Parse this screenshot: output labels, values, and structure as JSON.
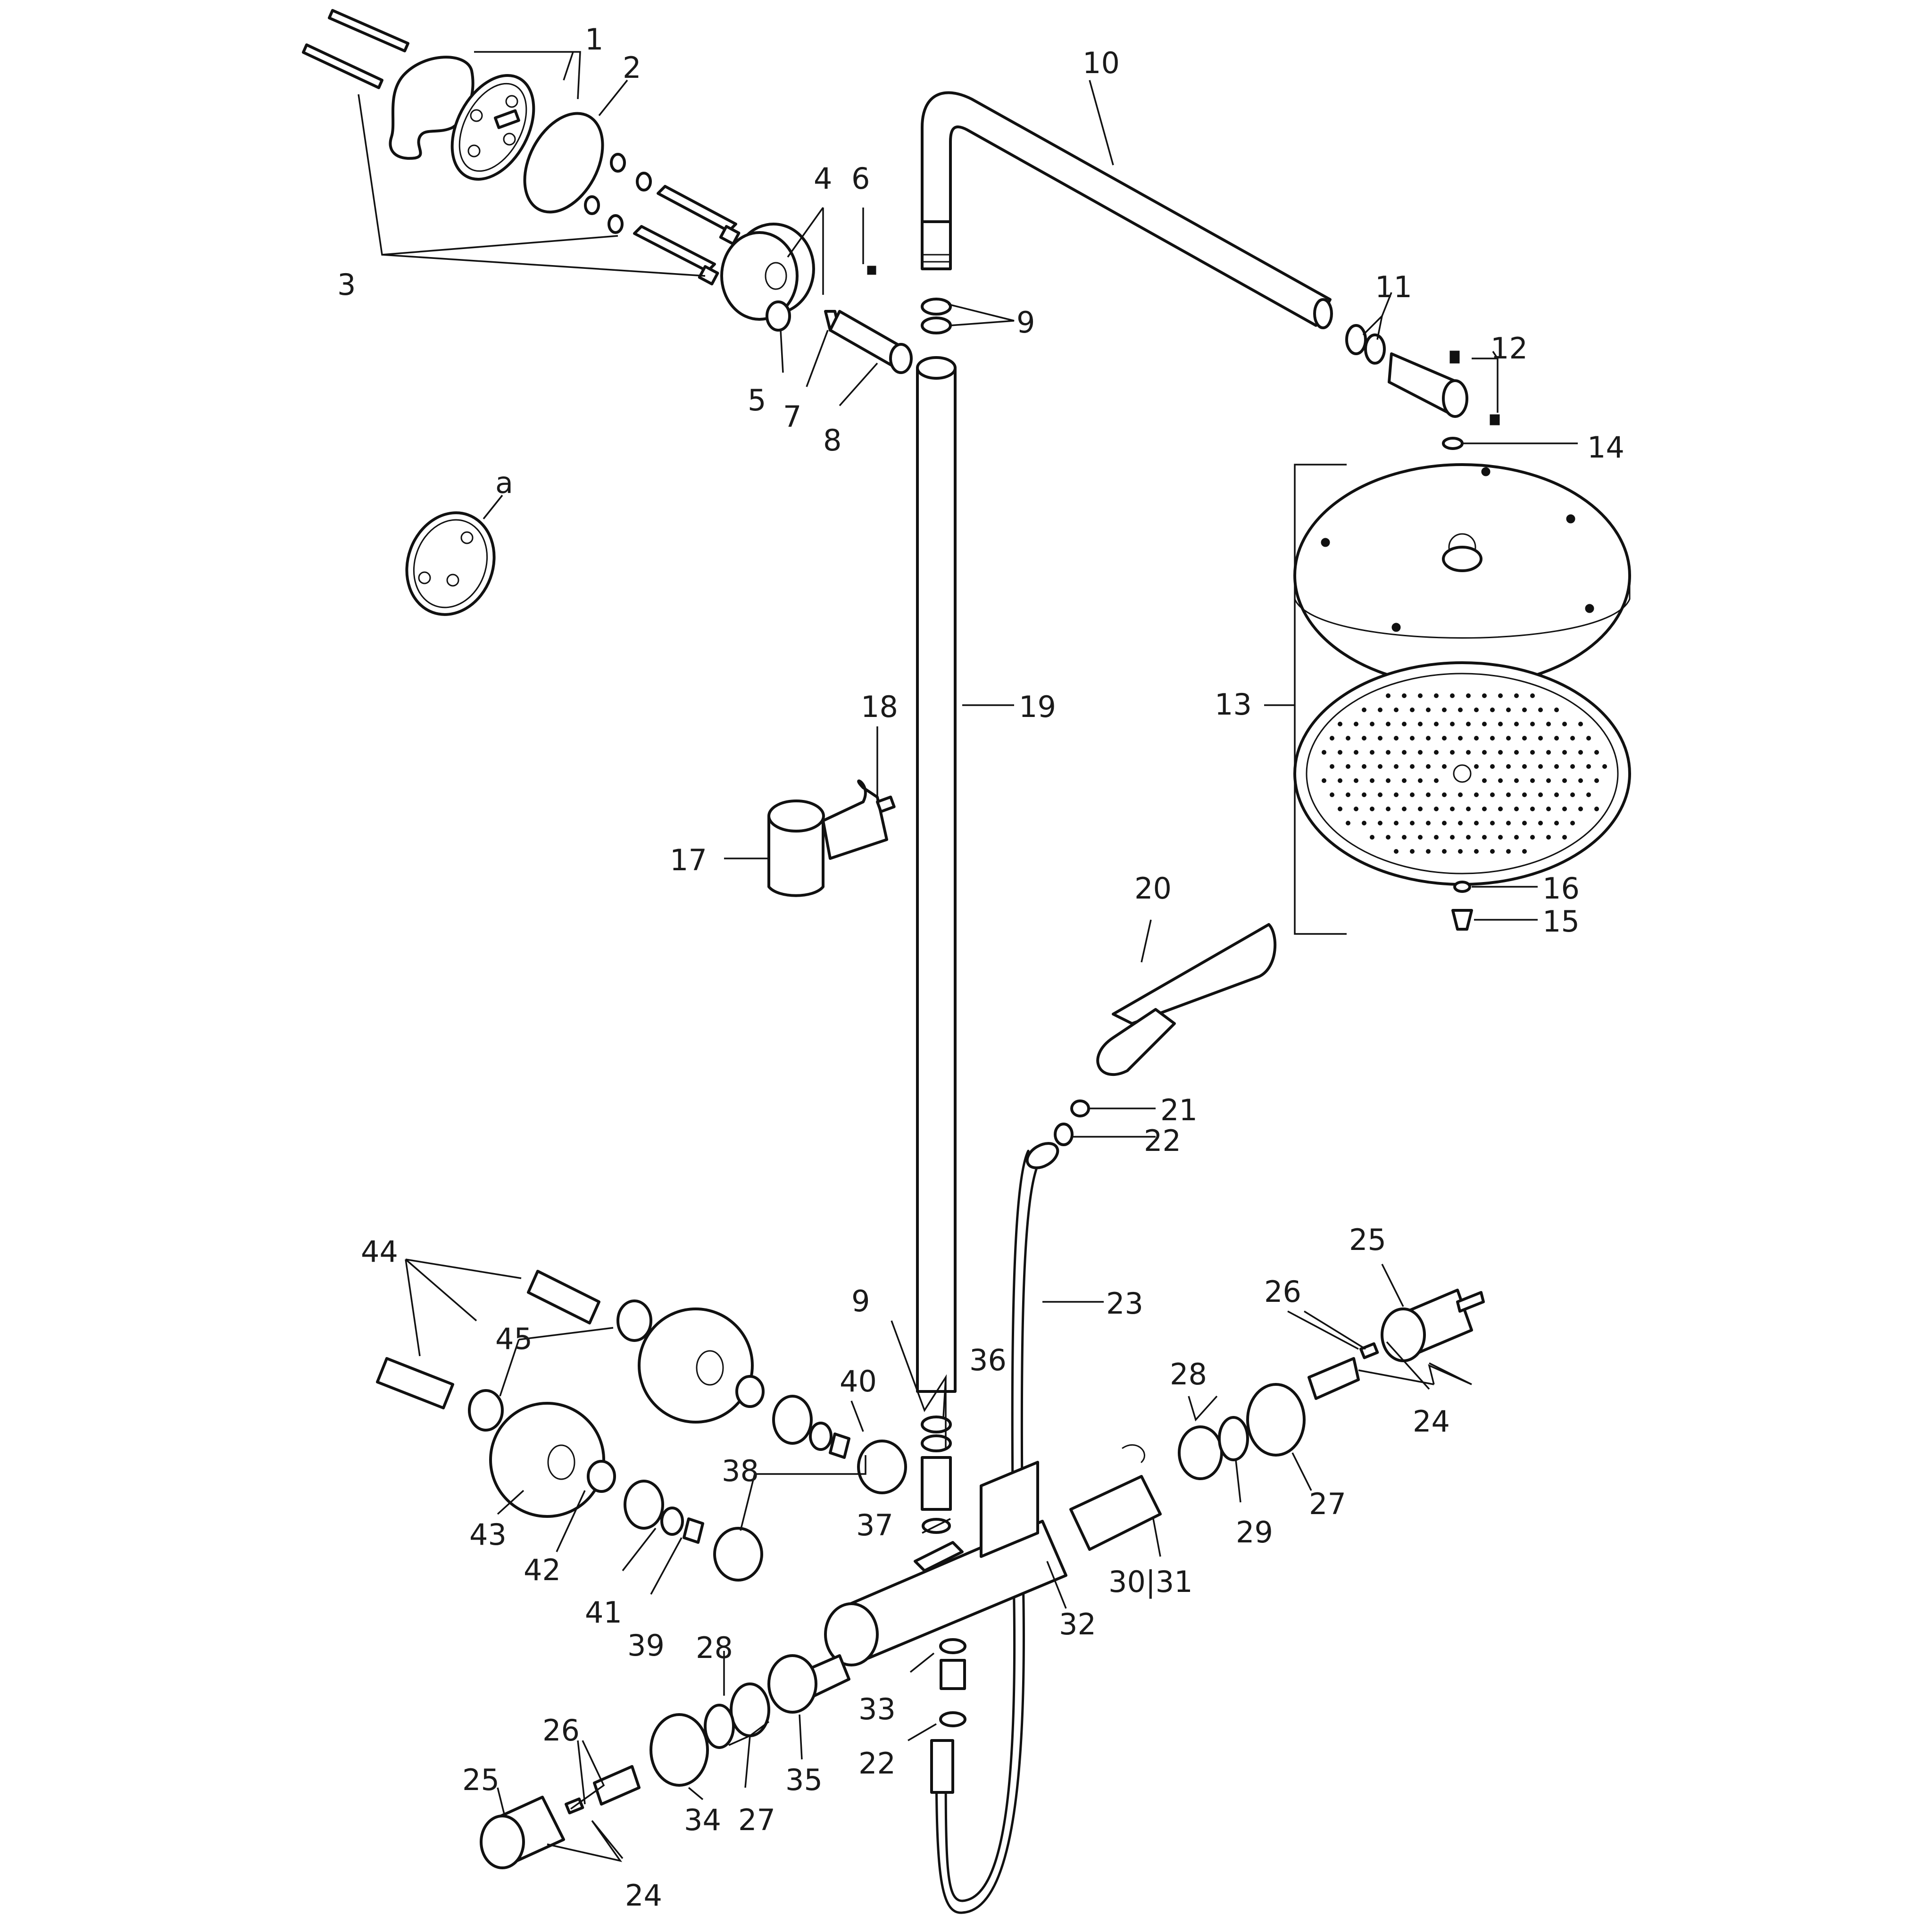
{
  "labels": {
    "l1": "1",
    "l2": "2",
    "l3": "3",
    "l4": "4",
    "l5": "5",
    "l6": "6",
    "l7": "7",
    "l8": "8",
    "l9a": "9",
    "l9b": "9",
    "l10": "10",
    "l11": "11",
    "l12": "12",
    "l13": "13",
    "l14": "14",
    "l15": "15",
    "l16": "16",
    "l17": "17",
    "l18": "18",
    "l19": "19",
    "l20": "20",
    "l21": "21",
    "l22a": "22",
    "l22b": "22",
    "l23": "23",
    "l24a": "24",
    "l24b": "24",
    "l25a": "25",
    "l25b": "25",
    "l26a": "26",
    "l26b": "26",
    "l27a": "27",
    "l27b": "27",
    "l28a": "28",
    "l28b": "28",
    "l29": "29",
    "l3031": "30|31",
    "l32": "32",
    "l33": "33",
    "l34": "34",
    "l35": "35",
    "l36": "36",
    "l37": "37",
    "l38": "38",
    "l39": "39",
    "l40": "40",
    "l41": "41",
    "l42": "42",
    "l43": "43",
    "l44": "44",
    "l45": "45",
    "la": "a"
  }
}
